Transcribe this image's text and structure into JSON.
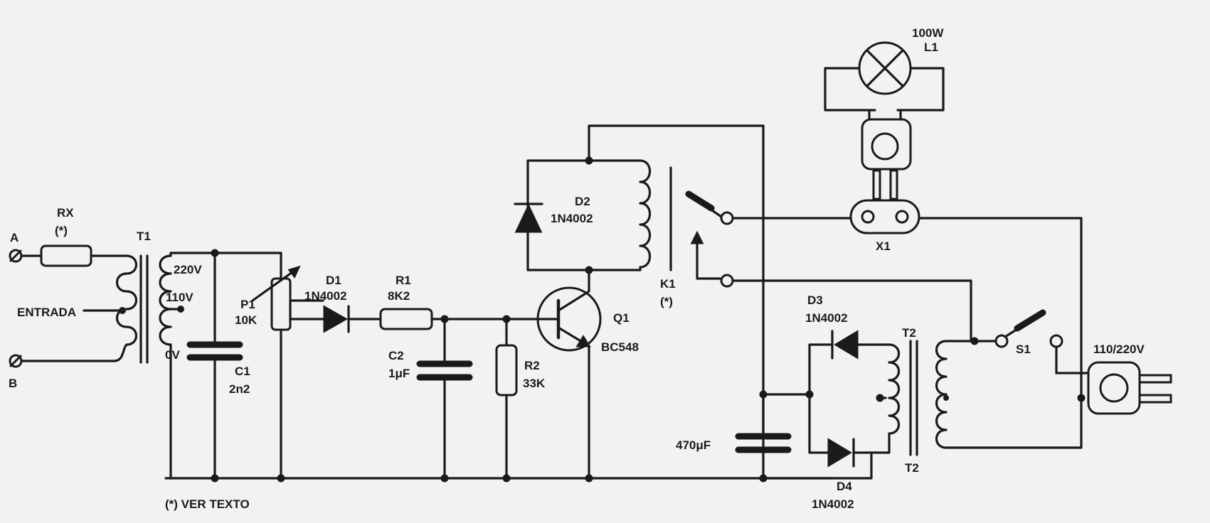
{
  "labels": {
    "terminal_a": "A",
    "terminal_b": "B",
    "entrada": "ENTRADA",
    "rx_name": "RX",
    "rx_note": "(*)",
    "t1_name": "T1",
    "tap_220": "220V",
    "tap_110": "110V",
    "tap_0": "0V",
    "c1_name": "C1",
    "c1_value": "2n2",
    "p1_name": "P1",
    "p1_value": "10K",
    "d1_name": "D1",
    "d1_value": "1N4002",
    "r1_name": "R1",
    "r1_value": "8K2",
    "c2_name": "C2",
    "c2_value": "1μF",
    "r2_name": "R2",
    "r2_value": "33K",
    "d2_name": "D2",
    "d2_value": "1N4002",
    "q1_name": "Q1",
    "q1_value": "BC548",
    "k1_name": "K1",
    "k1_note": "(*)",
    "l1_power": "100W",
    "l1_name": "L1",
    "x1_name": "X1",
    "d3_name": "D3",
    "d3_value": "1N4002",
    "d4_name": "D4",
    "d4_value": "1N4002",
    "t2_name_top": "T2",
    "t2_name_bottom": "T2",
    "c_filter": "470μF",
    "s1_name": "S1",
    "mains": "110/220V",
    "footnote": "(*) VER TEXTO"
  },
  "colors": {
    "ink": "#1a1a1a",
    "paper": "#f2f2f0"
  }
}
